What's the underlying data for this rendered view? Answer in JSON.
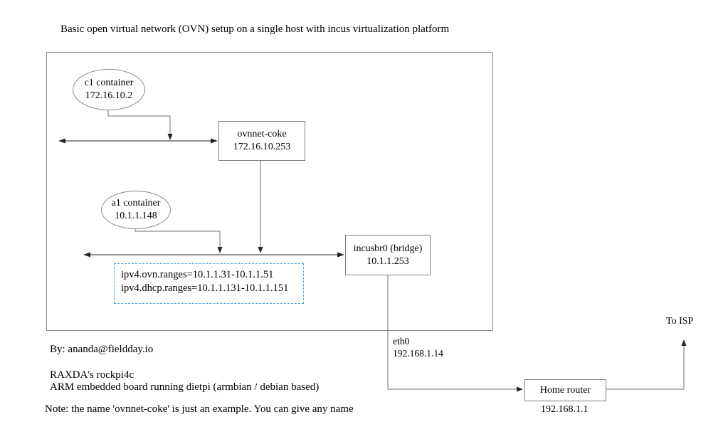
{
  "title": "Basic open virtual network (OVN) setup on a single host with incus virtualization platform",
  "host": {
    "c1": {
      "name": "c1 container",
      "ip": "172.16.10.2"
    },
    "ovnnet": {
      "name": "ovnnet-coke",
      "ip": "172.16.10.253"
    },
    "a1": {
      "name": "a1 container",
      "ip": "10.1.1.148"
    },
    "bridge": {
      "name": "incusbr0 (bridge)",
      "ip": "10.1.1.253"
    },
    "ranges": {
      "line1": "ipv4.ovn.ranges=10.1.1.31-10.1.1.51",
      "line2": "ipv4.dhcp.ranges=10.1.1.131-10.1.1.151"
    }
  },
  "external": {
    "eth0_label": "eth0",
    "eth0_ip": "192.168.1.14",
    "router_label": "Home router",
    "router_ip": "192.168.1.1",
    "isp_label": "To ISP"
  },
  "footer": {
    "by": "By: ananda@fieldday.io",
    "board_line1": "RAXDA's rockpi4c",
    "board_line2": "ARM embedded board running dietpi (armbian / debian based)",
    "note": "Note: the name 'ovnnet-coke' is just an example. You can give any name"
  },
  "colors": {
    "line": "#7f7f7f",
    "arrow": "#262626",
    "dashed_border": "#4da0f0",
    "text": "#000000"
  }
}
